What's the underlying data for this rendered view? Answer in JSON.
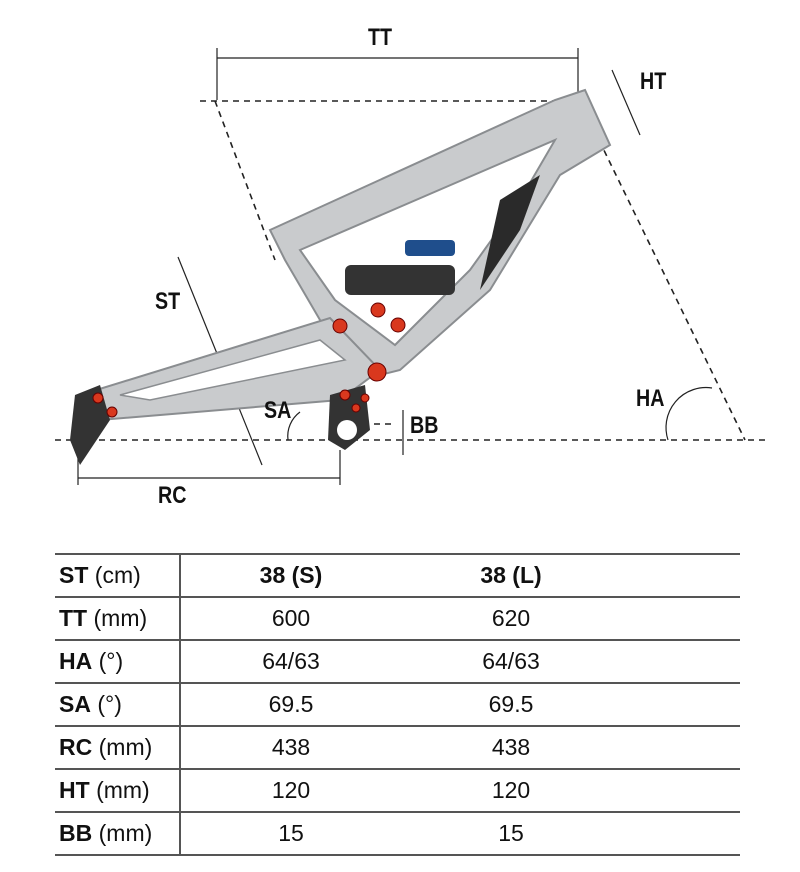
{
  "diagram": {
    "labels": {
      "tt": "TT",
      "ht": "HT",
      "st": "ST",
      "ha": "HA",
      "sa": "SA",
      "bb": "BB",
      "rc": "RC"
    },
    "colors": {
      "frame": "#c9cbcd",
      "frame_edge": "#8a8d90",
      "pivot": "#d9381e",
      "shock_spring": "#333333",
      "shock_body": "#1f4e8c"
    }
  },
  "table": {
    "rows": [
      {
        "key": "ST",
        "unit": "(cm)",
        "values": [
          "38 (S)",
          "38 (L)"
        ]
      },
      {
        "key": "TT",
        "unit": "(mm)",
        "values": [
          "600",
          "620"
        ]
      },
      {
        "key": "HA",
        "unit": "(°)",
        "values": [
          "64/63",
          "64/63"
        ]
      },
      {
        "key": "SA",
        "unit": "(°)",
        "values": [
          "69.5",
          "69.5"
        ]
      },
      {
        "key": "RC",
        "unit": "(mm)",
        "values": [
          "438",
          "438"
        ]
      },
      {
        "key": "HT",
        "unit": "(mm)",
        "values": [
          "120",
          "120"
        ]
      },
      {
        "key": "BB",
        "unit": "(mm)",
        "values": [
          "15",
          "15"
        ]
      }
    ]
  }
}
